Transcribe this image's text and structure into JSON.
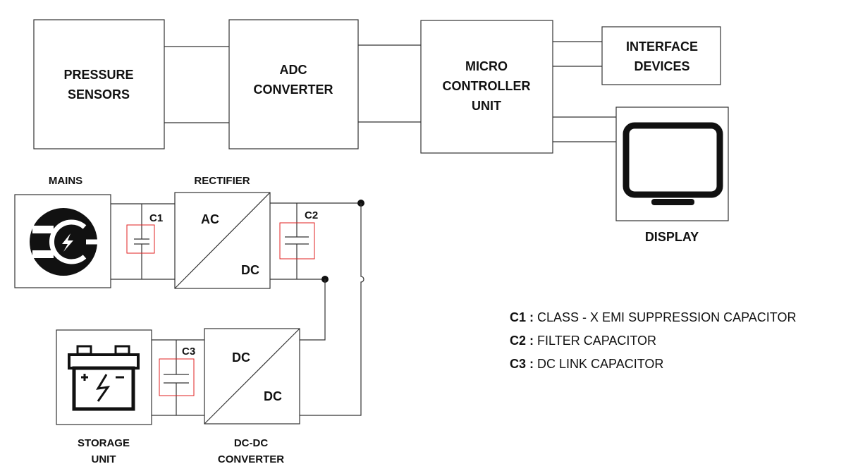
{
  "blocks": {
    "pressure_sensors": [
      "PRESSURE",
      "SENSORS"
    ],
    "adc": [
      "ADC",
      "CONVERTER"
    ],
    "mcu": [
      "MICRO",
      "CONTROLLER",
      "UNIT"
    ],
    "interface": [
      "INTERFACE",
      "DEVICES"
    ],
    "display_label": "DISPLAY"
  },
  "power": {
    "mains_label": "MAINS",
    "rectifier_label": "RECTIFIER",
    "rectifier_in": "AC",
    "rectifier_out": "DC",
    "dcdc_in": "DC",
    "dcdc_out": "DC",
    "storage_label": [
      "STORAGE",
      "UNIT"
    ],
    "dcdc_label": [
      "DC-DC",
      "CONVERTER"
    ],
    "c1": "C1",
    "c2": "C2",
    "c3": "C3"
  },
  "legend": [
    {
      "key": "C1 :",
      "text": "CLASS - X EMI SUPPRESSION CAPACITOR"
    },
    {
      "key": "C2 :",
      "text": "FILTER CAPACITOR"
    },
    {
      "key": "C3 :",
      "text": "DC LINK CAPACITOR"
    }
  ]
}
